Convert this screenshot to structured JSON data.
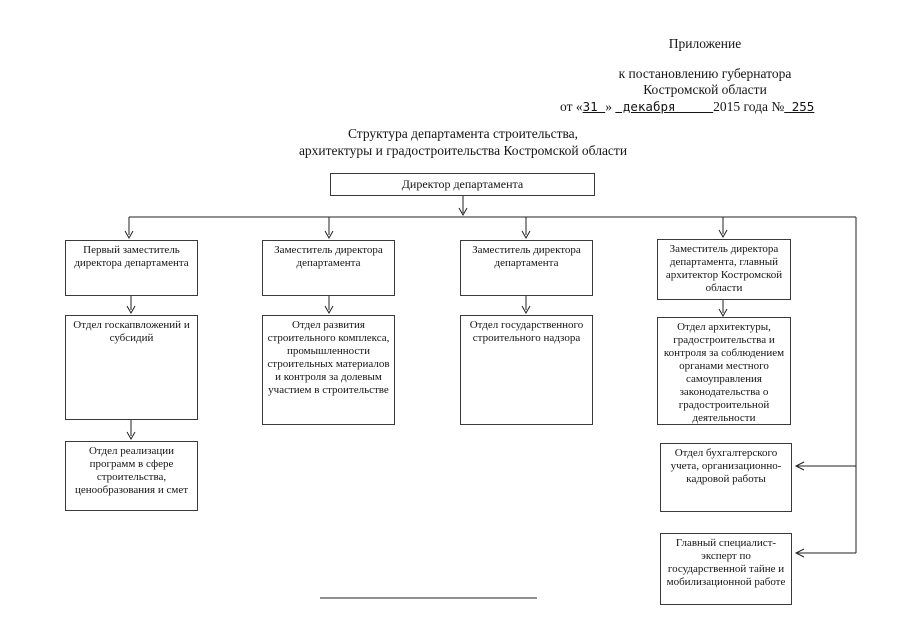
{
  "header": {
    "appendix_label": "Приложение",
    "decree_lines": [
      "к постановлению губернатора",
      "Костромской области"
    ],
    "date_line": {
      "prefix": "от «",
      "day": "31 ",
      "quote_close": "» ",
      "month": " декабря     ",
      "middle": "2015 года №",
      "number": " 255"
    }
  },
  "title_lines": [
    "Структура департамента строительства,",
    "архитектуры и градостроительства Костромской области"
  ],
  "nodes": {
    "director": "Директор департамента",
    "first_deputy": "Первый заместитель директора департамента",
    "deputy2": "Заместитель директора департамента",
    "deputy3": "Заместитель директора департамента",
    "deputy_chief_architect": "Заместитель директора департамента, главный архитектор Костромской области",
    "capital_investments": "Отдел госкапвложений и субсидий",
    "construction_development": "Отдел развития строительного комплекса, промышленности строительных материалов и контроля за долевым участием в строительстве",
    "state_supervision": "Отдел государственного строительного надзора",
    "architecture_control": "Отдел архитектуры, градостроительства и контроля за соблюдением органами местного самоуправления законодательства о градостроительной деятельности",
    "program_realization": "Отдел реализации программ в сфере строительства, ценообразования и смет",
    "accounting": "Отдел бухгалтерского учета, организационно-кадровой работы",
    "chief_specialist": "Главный специалист-эксперт по государственной тайне и мобилизационной работе"
  }
}
